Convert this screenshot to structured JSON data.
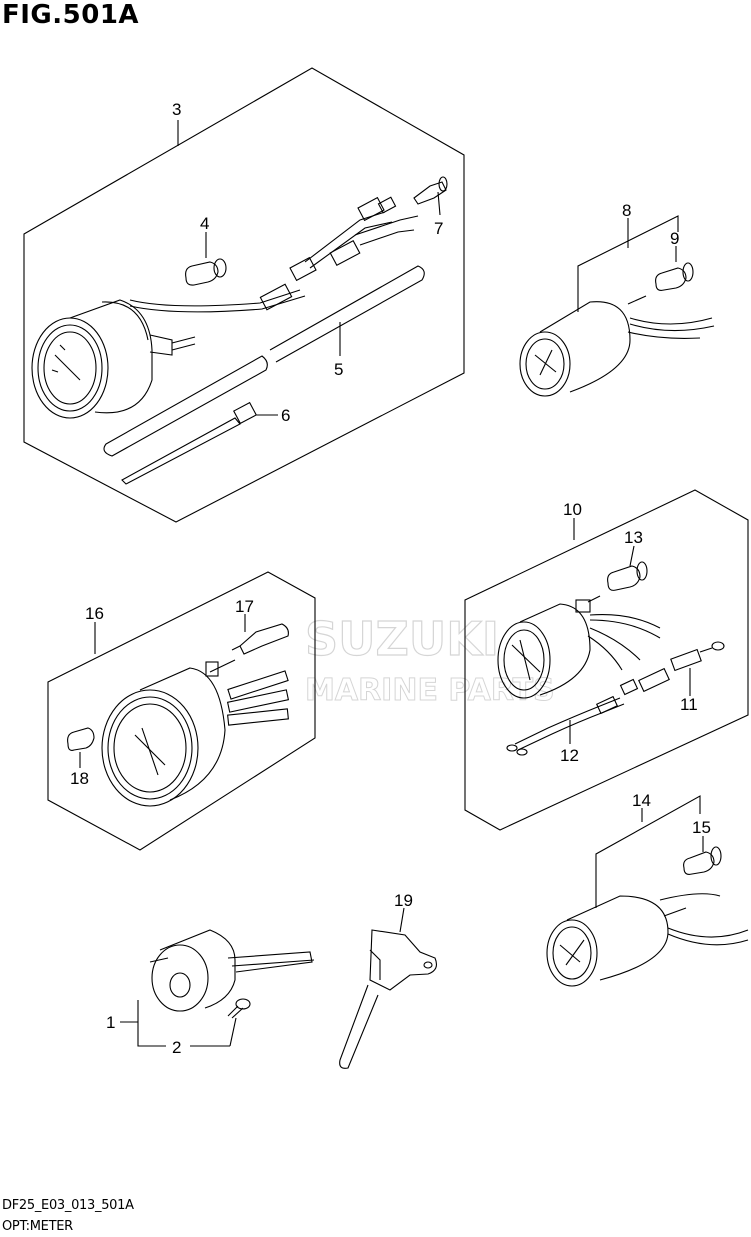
{
  "figure": {
    "title": "FIG.501A",
    "code": "DF25_E03_013_501A",
    "name": "OPT:METER"
  },
  "callouts": [
    "1",
    "2",
    "3",
    "4",
    "5",
    "6",
    "7",
    "8",
    "9",
    "10",
    "11",
    "12",
    "13",
    "14",
    "15",
    "16",
    "17",
    "18",
    "19"
  ],
  "watermark": {
    "line1": "SUZUKI",
    "line2": "MARINE PARTS"
  }
}
